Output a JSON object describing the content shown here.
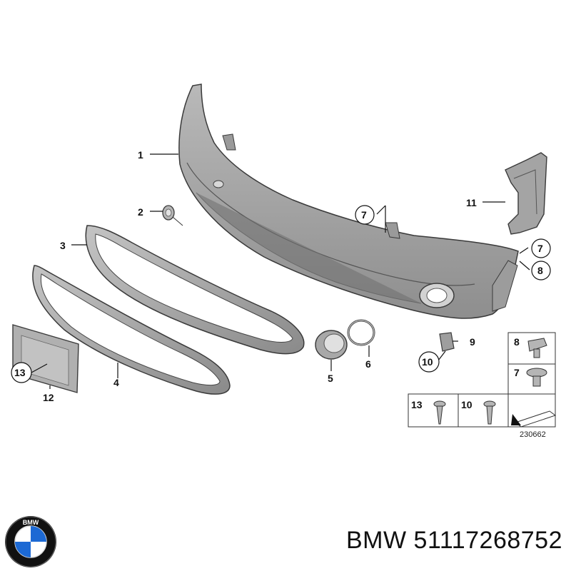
{
  "callouts": {
    "c1": "1",
    "c2": "2",
    "c3": "3",
    "c4": "4",
    "c5": "5",
    "c6": "6",
    "c7a": "7",
    "c7b": "7",
    "c8": "8",
    "c9": "9",
    "c10": "10",
    "c11": "11",
    "c12": "12",
    "c13": "13"
  },
  "legend": {
    "box8": "8",
    "box7": "7",
    "box13": "13",
    "box10": "10"
  },
  "diagram_code": "230662",
  "footer": {
    "brand": "BMW",
    "part_number": "51117268752",
    "logo_letters": "BMW"
  },
  "colors": {
    "part_fill": "#a6a6a6",
    "part_shade": "#8c8c8c",
    "outline": "#3a3a3a",
    "logo_blue": "#1c69d4",
    "logo_ring": "#111111"
  }
}
